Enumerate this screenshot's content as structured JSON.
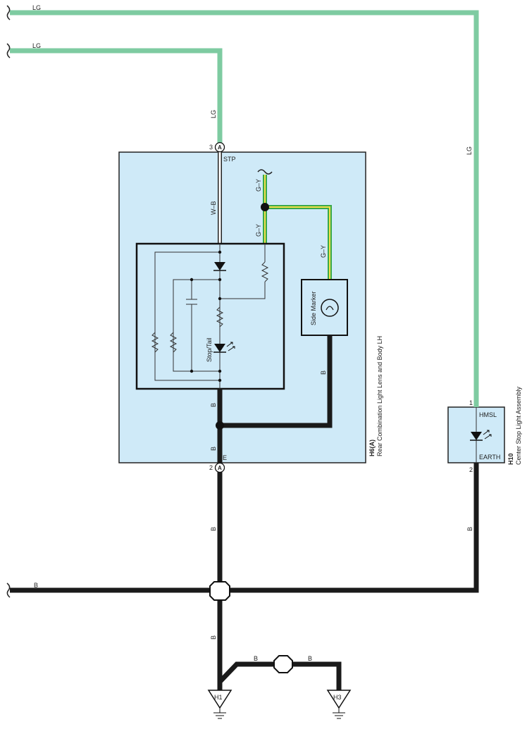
{
  "wires": {
    "lg_top": "LG",
    "lg_second": "LG",
    "lg_vertical_lamp": "LG",
    "lg_vertical_hmsl": "LG",
    "w_b": "W–B",
    "g_y_upper": "G–Y",
    "g_y_lower": "G–Y",
    "g_y_side_marker": "G–Y",
    "b_side_marker": "B",
    "b_lamp_internal": "B",
    "b_lamp_bottom": "B",
    "b_below_h6": "B",
    "b_below_h10": "B",
    "b_ground_bus": "B",
    "b_to_h1": "B",
    "b_branch_left": "B",
    "b_branch_right": "B"
  },
  "h6": {
    "pin_top": "3",
    "pin_top_letter": "A",
    "pin_bottom": "2",
    "pin_bottom_letter": "A",
    "stp": "STP",
    "e": "E",
    "code": "H6(A)",
    "name": "Rear Combination Light Lens and Body LH",
    "stop_tail": "Stop/Tail",
    "side_marker": "Side Marker"
  },
  "h10": {
    "pin_top": "1",
    "pin_bottom": "2",
    "hmsl": "HMSL",
    "earth": "EARTH",
    "code": "H10",
    "name": "Center Stop Light Assembly"
  },
  "grounds": {
    "h1": "H1",
    "h3": "H3"
  },
  "colors": {
    "lg": "#7ecba1",
    "black": "#1a1a1a",
    "component_fill": "#cfeaf8",
    "g_y_green": "#3aa84a",
    "g_y_yellow": "#f2e04a"
  }
}
